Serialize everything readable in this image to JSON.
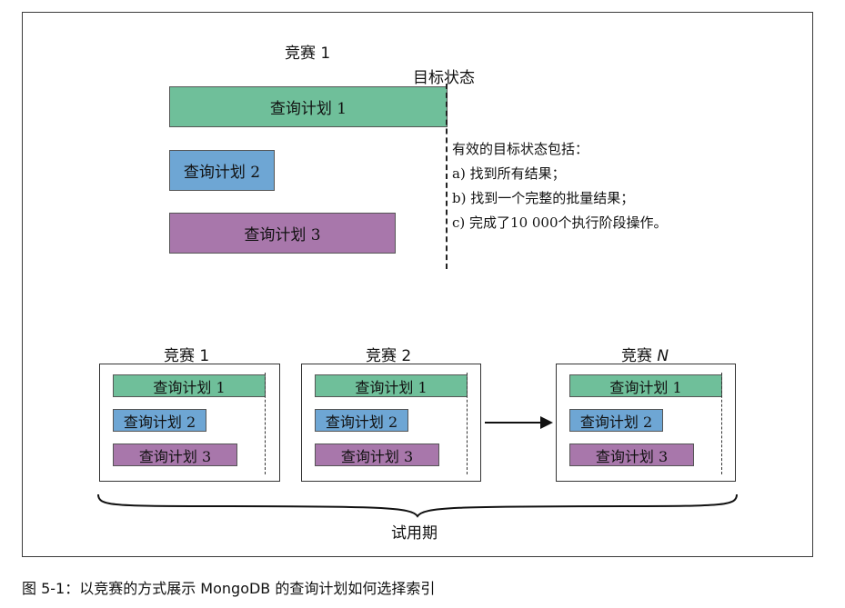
{
  "top": {
    "race_label": "竞赛 1",
    "target_label": "目标状态",
    "plans": [
      "查询计划 1",
      "查询计划 2",
      "查询计划 3"
    ],
    "notes": [
      "有效的目标状态包括：",
      "a) 找到所有结果；",
      "b) 找到一个完整的批量结果；",
      "c) 完成了10 000个执行阶段操作。"
    ]
  },
  "bottom": {
    "races": [
      {
        "prefix": "竞赛 ",
        "num": "1",
        "plans": [
          "查询计划 1",
          "查询计划 2",
          "查询计划 3"
        ]
      },
      {
        "prefix": "竞赛 ",
        "num": "2",
        "plans": [
          "查询计划 1",
          "查询计划 2",
          "查询计划 3"
        ]
      },
      {
        "prefix": "竞赛 ",
        "num": "N",
        "plans": [
          "查询计划 1",
          "查询计划 2",
          "查询计划 3"
        ]
      }
    ],
    "trial_label": "试用期"
  },
  "caption": "图 5-1：以竞赛的方式展示 MongoDB 的查询计划如何选择索引",
  "colors": {
    "plan1": "#6fbf9a",
    "plan2": "#6ea6d4",
    "plan3": "#a877ab"
  },
  "icons": {
    "arrow": "right-arrow-icon",
    "brace": "curly-brace-icon"
  }
}
